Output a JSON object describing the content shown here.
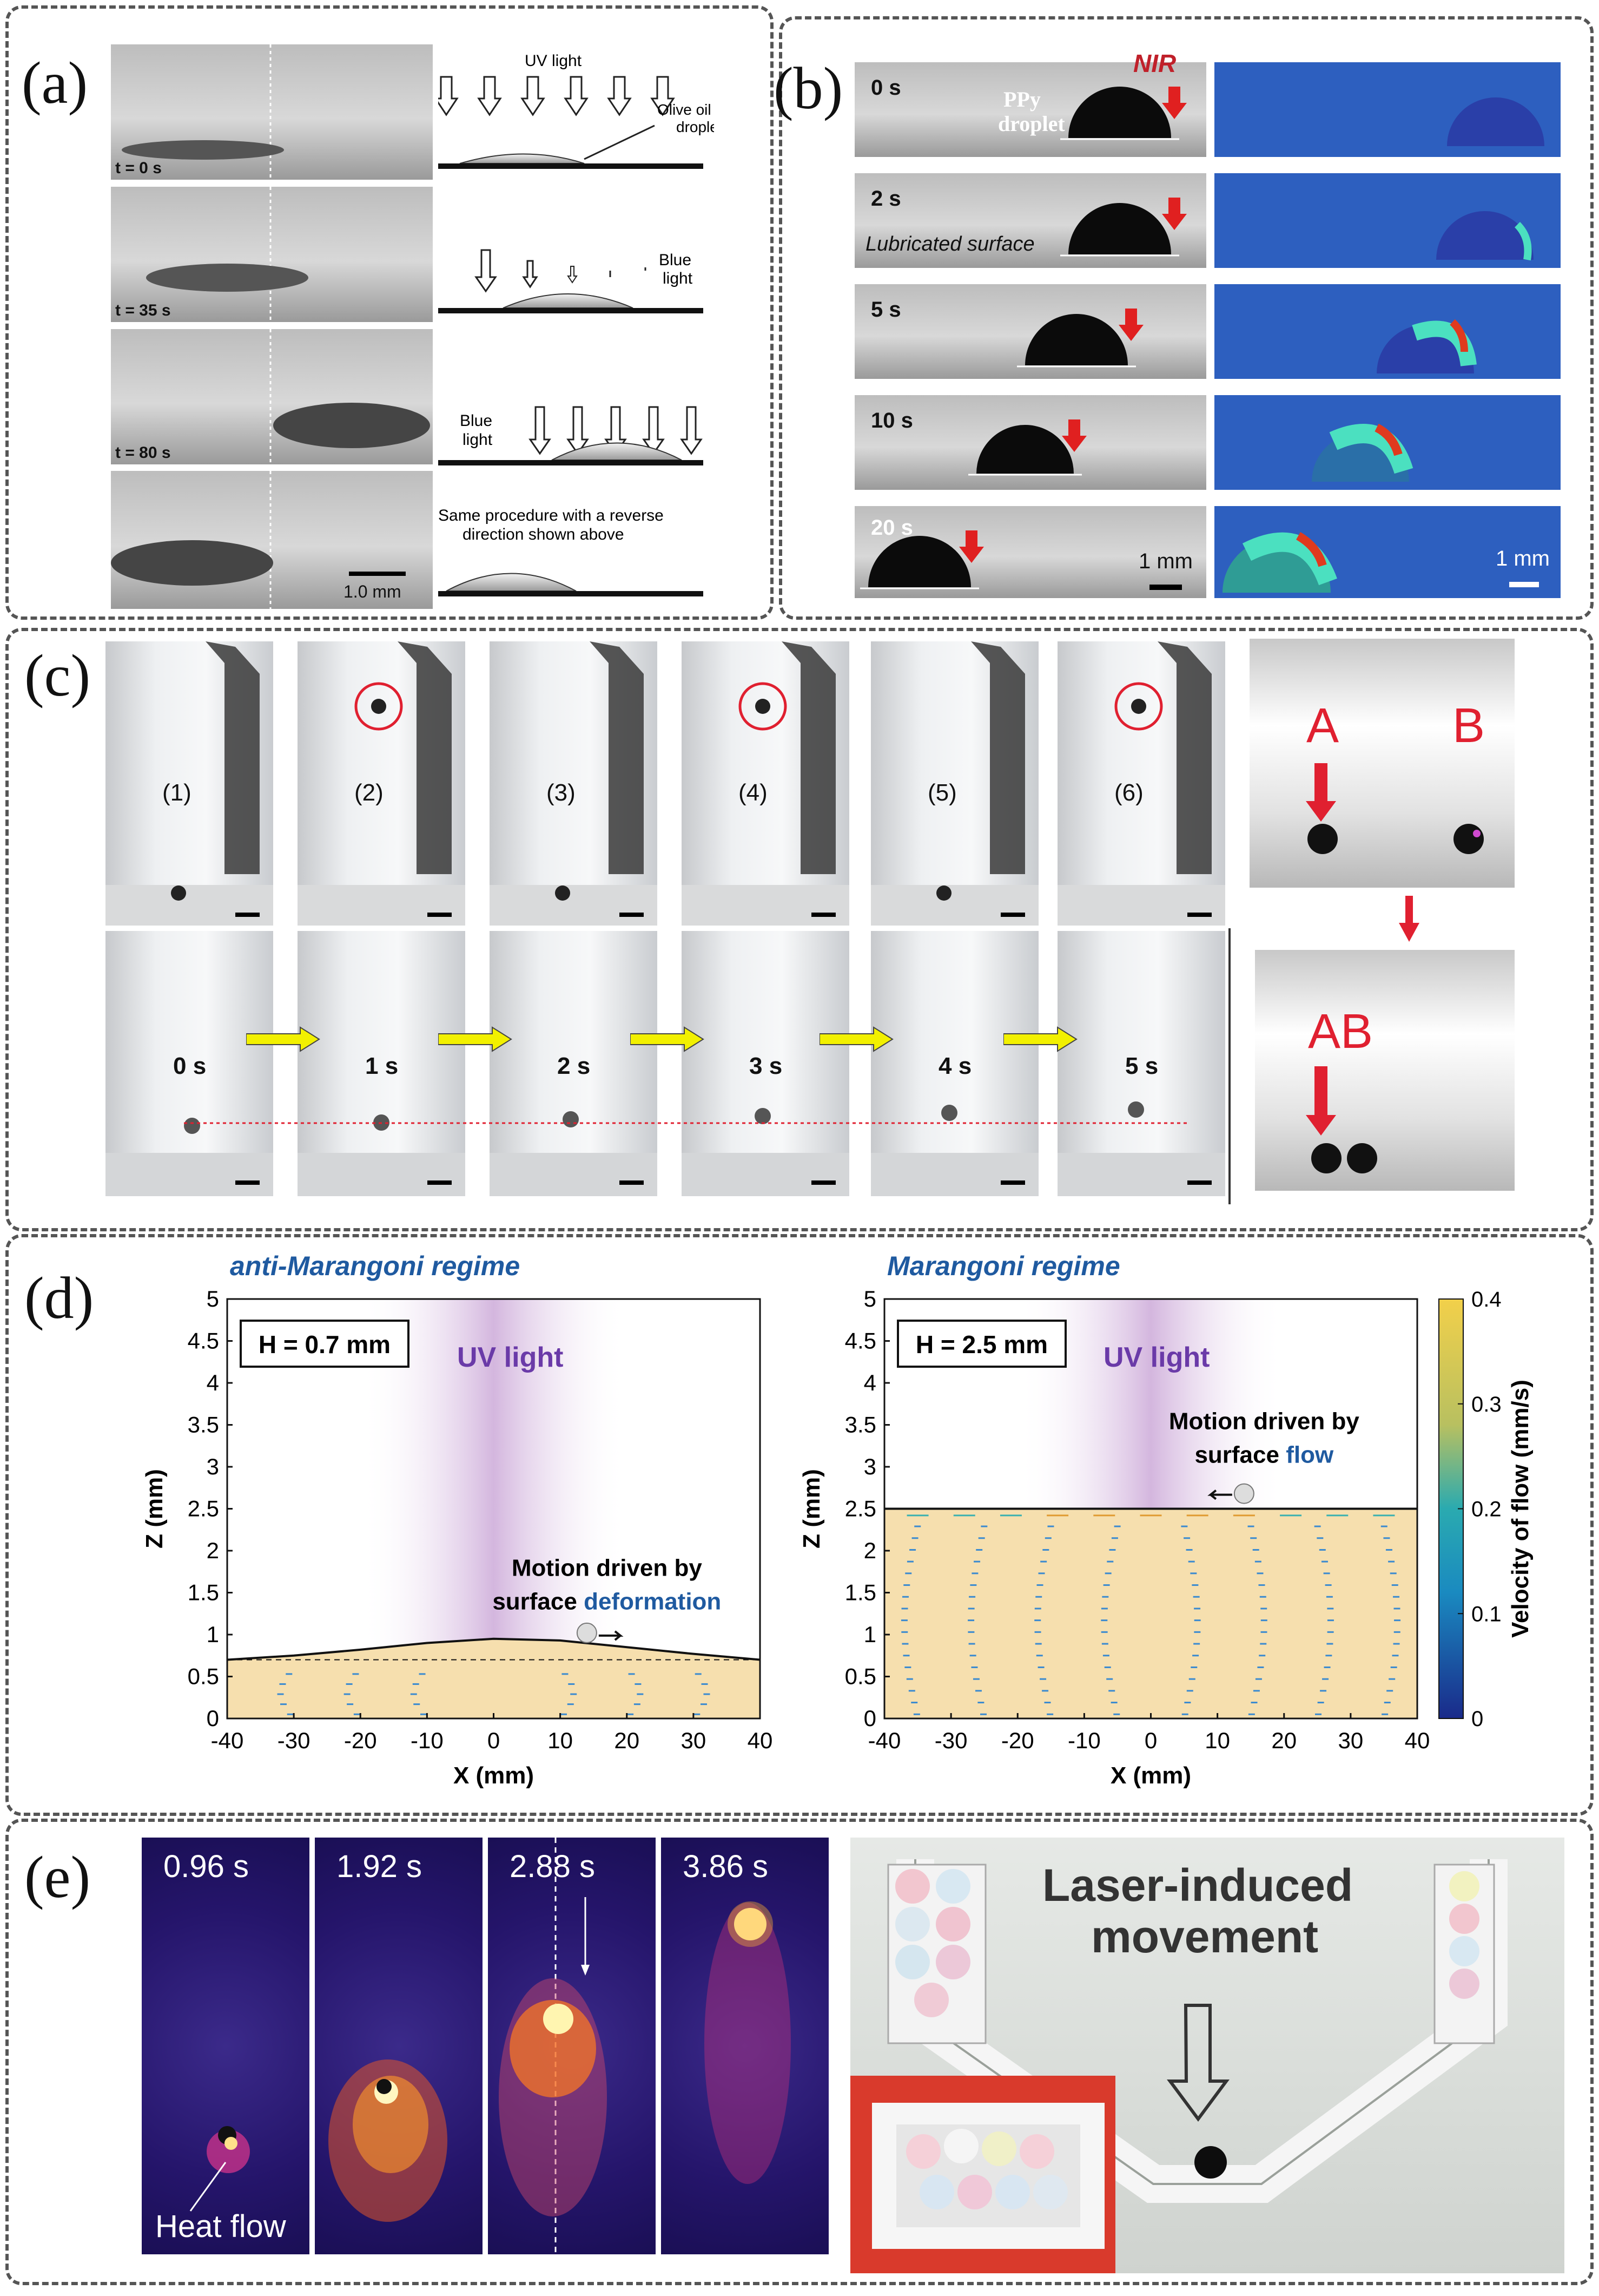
{
  "labels": {
    "a": "(a)",
    "b": "(b)",
    "c": "(c)",
    "d": "(d)",
    "e": "(e)"
  },
  "panel_a": {
    "times": [
      "t = 0 s",
      "t = 35 s",
      "t = 80 s"
    ],
    "scale_bar": "1.0 mm",
    "uv_light": "UV light",
    "olive_oil": "Olive oil",
    "droplet": "droplet",
    "blue_light_1": "Blue",
    "blue_light_1b": "light",
    "blue_light_2": "Blue",
    "blue_light_2b": "light",
    "same_proc_1": "Same procedure with a reverse",
    "same_proc_2": "direction shown above"
  },
  "panel_b": {
    "times": [
      "0 s",
      "2 s",
      "5 s",
      "10 s",
      "20 s"
    ],
    "nir": "NIR",
    "ppy": "PPy",
    "droplet": "droplet",
    "lubricated": "Lubricated surface",
    "scale_left": "1 mm",
    "scale_right": "1 mm"
  },
  "panel_c": {
    "top_labels": [
      "(1)",
      "(2)",
      "(3)",
      "(4)",
      "(5)",
      "(6)"
    ],
    "bottom_times": [
      "0 s",
      "1 s",
      "2 s",
      "3 s",
      "4 s",
      "5 s"
    ],
    "A": "A",
    "B": "B",
    "AB": "AB"
  },
  "panel_d": {
    "left_title": "anti-Marangoni regime",
    "right_title": "Marangoni regime",
    "left_box": "H = 0.7 mm",
    "right_box": "H = 2.5 mm",
    "uv": "UV light",
    "left_motion_1": "Motion driven by",
    "left_motion_2a": "surface ",
    "left_motion_2b": "deformation",
    "right_motion_1": "Motion driven by",
    "right_motion_2a": "surface ",
    "right_motion_2b": "flow",
    "xlabel": "X (mm)",
    "ylabel": "Z (mm)",
    "xticks": [
      "-40",
      "-30",
      "-20",
      "-10",
      "0",
      "10",
      "20",
      "30",
      "40"
    ],
    "yticks": [
      "0",
      "0.5",
      "1",
      "1.5",
      "2",
      "2.5",
      "3",
      "3.5",
      "4",
      "4.5",
      "5"
    ],
    "cbar_label": "Velocity of flow (mm/s)",
    "cbar_ticks": [
      "0",
      "0.1",
      "0.2",
      "0.3",
      "0.4"
    ]
  },
  "panel_e": {
    "times": [
      "0.96 s",
      "1.92 s",
      "2.88 s",
      "3.86 s"
    ],
    "heat_flow": "Heat flow",
    "laser_1": "Laser-induced",
    "laser_2": "movement"
  },
  "chart_data": [
    {
      "type": "area",
      "title": "anti-Marangoni regime",
      "xlabel": "X (mm)",
      "ylabel": "Z (mm)",
      "xlim": [
        -40,
        40
      ],
      "ylim": [
        0,
        5
      ],
      "x": [
        -40,
        -30,
        -20,
        -10,
        0,
        10,
        20,
        30,
        40
      ],
      "values": [
        0.7,
        0.75,
        0.82,
        0.9,
        0.95,
        0.93,
        0.85,
        0.77,
        0.7
      ]
    },
    {
      "type": "area",
      "title": "Marangoni regime",
      "xlabel": "X (mm)",
      "ylabel": "Z (mm)",
      "xlim": [
        -40,
        40
      ],
      "ylim": [
        0,
        5
      ],
      "x": [
        -40,
        -30,
        -20,
        -10,
        0,
        10,
        20,
        30,
        40
      ],
      "values": [
        2.5,
        2.5,
        2.5,
        2.5,
        2.5,
        2.5,
        2.5,
        2.5,
        2.5
      ],
      "colorbar": {
        "label": "Velocity of flow (mm/s)",
        "range": [
          0,
          0.4
        ]
      }
    }
  ]
}
